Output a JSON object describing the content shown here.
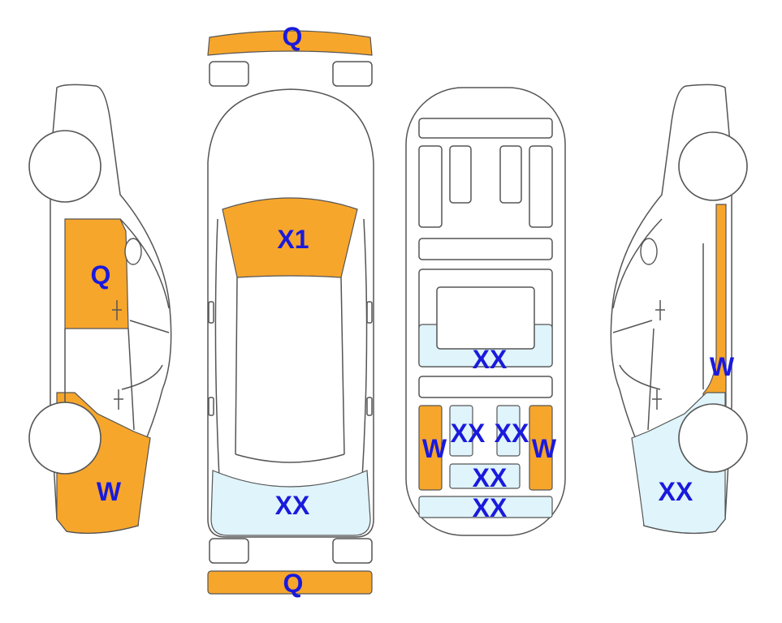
{
  "colors": {
    "damage_orange": "#f7a62c",
    "light_blue": "#dff4fb",
    "label_blue": "#1a1adc",
    "outline": "#555555"
  },
  "left_side_view": {
    "door_label": "Q",
    "rear_label": "W"
  },
  "top_view": {
    "front_bumper_label": "Q",
    "windshield_label": "X1",
    "rear_window_label": "XX",
    "rear_bumper_label": "Q"
  },
  "underbody_view": {
    "center_label": "XX",
    "left_rail_label": "W",
    "right_rail_label": "W",
    "left_mid_label": "XX",
    "right_mid_label": "XX",
    "crossmember_label": "XX",
    "rear_label": "XX"
  },
  "right_side_view": {
    "pillar_label": "W",
    "rear_label": "XX"
  }
}
